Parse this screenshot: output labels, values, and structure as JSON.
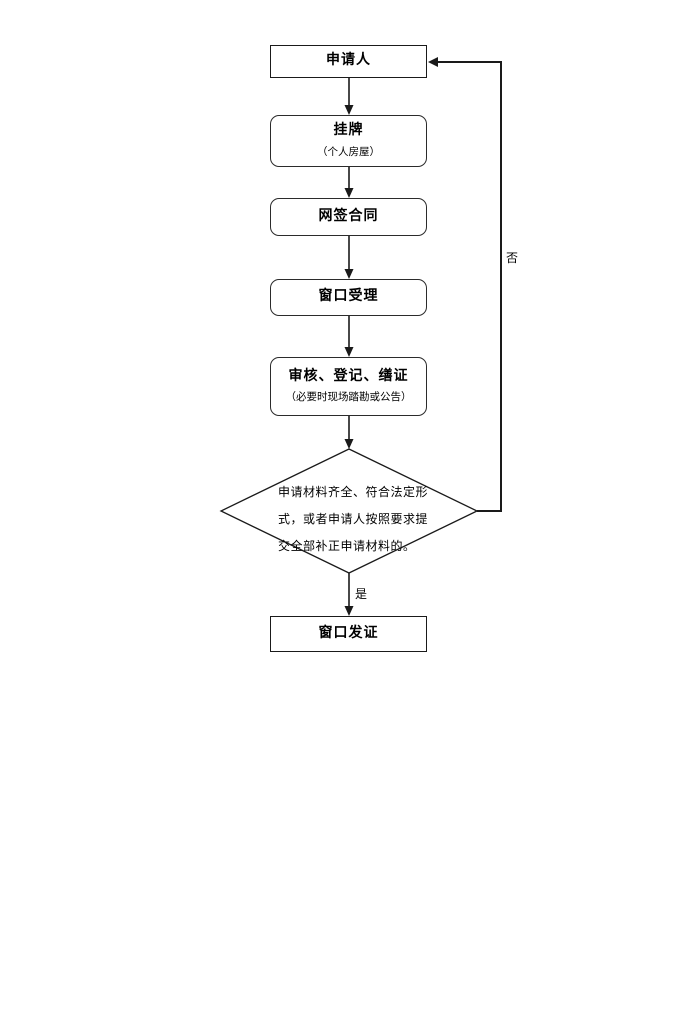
{
  "flowchart": {
    "colors": {
      "background": "#ffffff",
      "stroke": "#1a1a1a",
      "text": "#000000",
      "node_fill": "#ffffff"
    },
    "nodes": {
      "applicant": {
        "label": "申请人",
        "shape": "rect"
      },
      "listing": {
        "label": "挂牌",
        "sublabel": "（个人房屋）",
        "shape": "rounded"
      },
      "contract": {
        "label": "网签合同",
        "shape": "rounded"
      },
      "accept": {
        "label": "窗口受理",
        "shape": "rounded"
      },
      "review": {
        "label": "审核、登记、缮证",
        "sublabel": "（必要时现场踏勘或公告）",
        "shape": "rounded"
      },
      "decision": {
        "shape": "diamond",
        "line1": "申请材料齐全、符合法定形",
        "line2": "式，或者申请人按照要求提",
        "line3": "交全部补正申请材料的。"
      },
      "issue": {
        "label": "窗口发证",
        "shape": "rect"
      }
    },
    "edge_labels": {
      "yes": "是",
      "no": "否"
    }
  }
}
